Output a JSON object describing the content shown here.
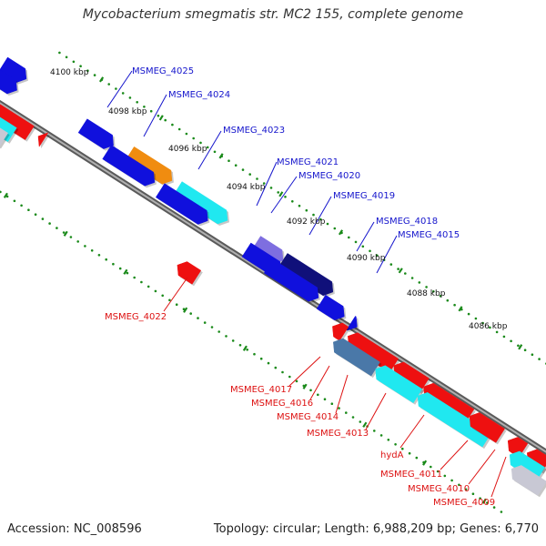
{
  "title": "Mycobacterium smegmatis str. MC2 155, complete genome",
  "accession_text": "Accession: NC_008596",
  "topology_text": "Topology: circular; Length: 6,988,209 bp; Genes: 6,770",
  "colors": {
    "backbone": "#8a8a8a",
    "forward_gene": "#1010dd",
    "reverse_gene": "#ee1010",
    "label_forward": "#1515cc",
    "label_reverse": "#dd1111",
    "tick": "#1a8a1a",
    "cyan": "#20e8f0",
    "orange": "#f08c10",
    "lavender": "#7e6ee0",
    "navy": "#10107a",
    "steel": "#4a78a8",
    "grey": "#c8c8d4"
  },
  "kbp_labels": [
    "4100 kbp",
    "4098 kbp",
    "4096 kbp",
    "4094 kbp",
    "4092 kbp",
    "4090 kbp",
    "4088 kbp",
    "4086 kbp"
  ],
  "forward_gene_labels": [
    "MSMEG_4025",
    "MSMEG_4024",
    "MSMEG_4023",
    "MSMEG_4021",
    "MSMEG_4020",
    "MSMEG_4019",
    "MSMEG_4018",
    "MSMEG_4015"
  ],
  "reverse_gene_labels": [
    "MSMEG_4022",
    "MSMEG_4017",
    "MSMEG_4016",
    "MSMEG_4014",
    "MSMEG_4013",
    "hydA",
    "MSMEG_4011",
    "MSMEG_4010",
    "MSMEG_4009"
  ]
}
